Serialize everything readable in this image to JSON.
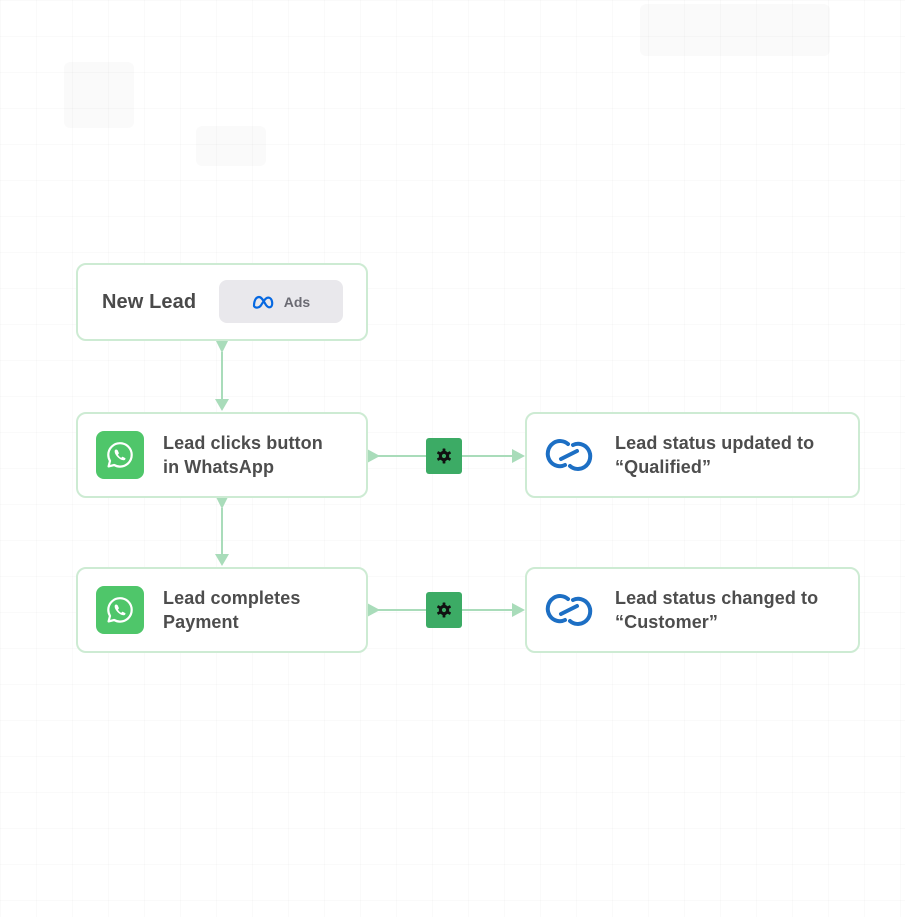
{
  "colors": {
    "node_border": "#cdebd3",
    "connector": "#a9dcba",
    "whatsapp_green": "#4fc66a",
    "gear_green": "#3cab65",
    "zoho_blue": "#1d6fc4",
    "meta_blue": "#0668e1"
  },
  "trigger": {
    "title": "New Lead",
    "badge_icon": "meta-logo-icon",
    "badge_label": "Ads"
  },
  "steps": [
    {
      "icon": "whatsapp-icon",
      "text": "Lead clicks button\nin WhatsApp",
      "action_icon": "gear-icon",
      "result": {
        "icon": "zoho-crm-icon",
        "text": "Lead status updated to\n“Qualified”"
      }
    },
    {
      "icon": "whatsapp-icon",
      "text": "Lead completes\nPayment",
      "action_icon": "gear-icon",
      "result": {
        "icon": "zoho-crm-icon",
        "text": "Lead status changed to\n“Customer”"
      }
    }
  ]
}
